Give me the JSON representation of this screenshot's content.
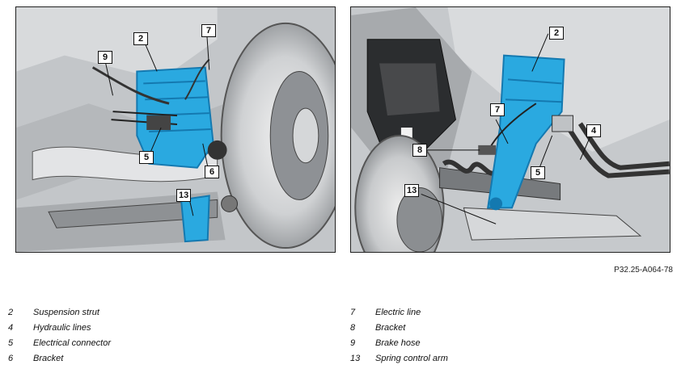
{
  "figure_id": "P32.25-A064-78",
  "colors": {
    "highlight": "#2aa9e0",
    "highlight_dark": "#1479b0",
    "background_grey": "#c9cccf"
  },
  "left_panel": {
    "callouts": [
      {
        "label": "2"
      },
      {
        "label": "7"
      },
      {
        "label": "9"
      },
      {
        "label": "5"
      },
      {
        "label": "6"
      },
      {
        "label": "13"
      }
    ]
  },
  "right_panel": {
    "callouts": [
      {
        "label": "2"
      },
      {
        "label": "7"
      },
      {
        "label": "8"
      },
      {
        "label": "4"
      },
      {
        "label": "5"
      },
      {
        "label": "13"
      }
    ]
  },
  "legend": {
    "left": [
      {
        "num": "2",
        "text": "Suspension strut"
      },
      {
        "num": "4",
        "text": "Hydraulic lines"
      },
      {
        "num": "5",
        "text": "Electrical connector"
      },
      {
        "num": "6",
        "text": "Bracket"
      }
    ],
    "right": [
      {
        "num": "7",
        "text": "Electric line"
      },
      {
        "num": "8",
        "text": "Bracket"
      },
      {
        "num": "9",
        "text": "Brake hose"
      },
      {
        "num": "13",
        "text": "Spring control arm"
      }
    ]
  }
}
